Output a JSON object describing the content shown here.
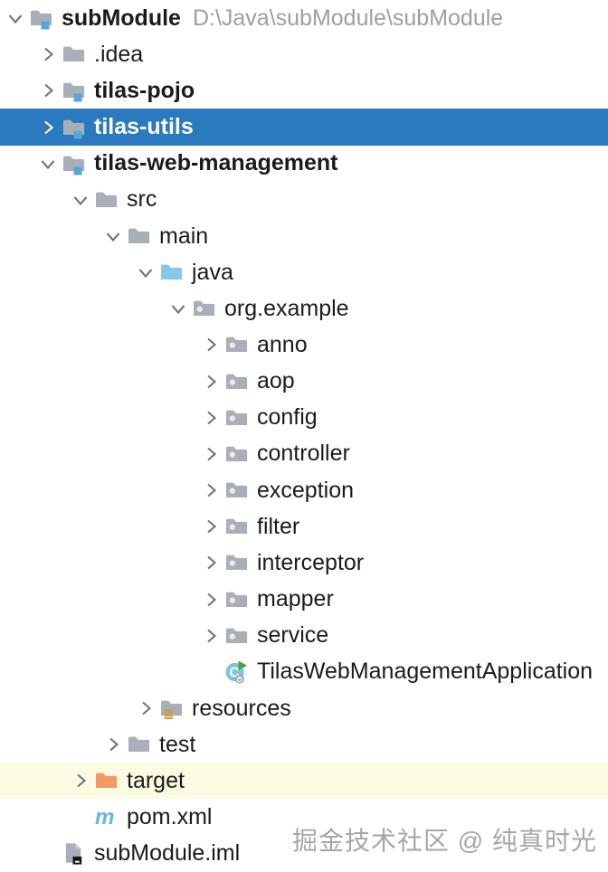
{
  "window": {
    "watermark": "掘金技术社区 @ 纯真时光"
  },
  "colors": {
    "selection_blue": "#2b7ac0",
    "highlight_yellow": "#fbfae3",
    "folder_gray": "#a9afb8",
    "source_folder_blue": "#85c9e8",
    "excluded_folder_orange": "#f09b61",
    "module_badge_blue": "#53a8d7",
    "package_dot": "#e9ebed",
    "resources_badge_gold": "#c99a3f",
    "maven_blue": "#68b7e3",
    "run_green": "#4e9e43",
    "class_circle_blue": "#7cc6dd",
    "path_gray": "#9aa0a5"
  },
  "tree": {
    "rows": [
      {
        "label": "subModule",
        "suffix": "D:\\Java\\subModule\\subModule",
        "level": 0,
        "chevron": "down",
        "icon": "module-folder",
        "bold": true,
        "selected": false,
        "highlighted": false
      },
      {
        "label": ".idea",
        "level": 1,
        "chevron": "right",
        "icon": "folder",
        "bold": false,
        "selected": false,
        "highlighted": false
      },
      {
        "label": "tilas-pojo",
        "level": 1,
        "chevron": "right",
        "icon": "module-folder",
        "bold": true,
        "selected": false,
        "highlighted": false
      },
      {
        "label": "tilas-utils",
        "level": 1,
        "chevron": "right",
        "icon": "module-folder",
        "bold": true,
        "selected": true,
        "highlighted": false
      },
      {
        "label": "tilas-web-management",
        "level": 1,
        "chevron": "down",
        "icon": "module-folder",
        "bold": true,
        "selected": false,
        "highlighted": false
      },
      {
        "label": "src",
        "level": 2,
        "chevron": "down",
        "icon": "folder",
        "bold": false,
        "selected": false,
        "highlighted": false
      },
      {
        "label": "main",
        "level": 3,
        "chevron": "down",
        "icon": "folder",
        "bold": false,
        "selected": false,
        "highlighted": false
      },
      {
        "label": "java",
        "level": 4,
        "chevron": "down",
        "icon": "source-folder",
        "bold": false,
        "selected": false,
        "highlighted": false
      },
      {
        "label": "org.example",
        "level": 5,
        "chevron": "down",
        "icon": "package",
        "bold": false,
        "selected": false,
        "highlighted": false
      },
      {
        "label": "anno",
        "level": 6,
        "chevron": "right",
        "icon": "package",
        "bold": false,
        "selected": false,
        "highlighted": false
      },
      {
        "label": "aop",
        "level": 6,
        "chevron": "right",
        "icon": "package",
        "bold": false,
        "selected": false,
        "highlighted": false
      },
      {
        "label": "config",
        "level": 6,
        "chevron": "right",
        "icon": "package",
        "bold": false,
        "selected": false,
        "highlighted": false
      },
      {
        "label": "controller",
        "level": 6,
        "chevron": "right",
        "icon": "package",
        "bold": false,
        "selected": false,
        "highlighted": false
      },
      {
        "label": "exception",
        "level": 6,
        "chevron": "right",
        "icon": "package",
        "bold": false,
        "selected": false,
        "highlighted": false
      },
      {
        "label": "filter",
        "level": 6,
        "chevron": "right",
        "icon": "package",
        "bold": false,
        "selected": false,
        "highlighted": false
      },
      {
        "label": "interceptor",
        "level": 6,
        "chevron": "right",
        "icon": "package",
        "bold": false,
        "selected": false,
        "highlighted": false
      },
      {
        "label": "mapper",
        "level": 6,
        "chevron": "right",
        "icon": "package",
        "bold": false,
        "selected": false,
        "highlighted": false
      },
      {
        "label": "service",
        "level": 6,
        "chevron": "right",
        "icon": "package",
        "bold": false,
        "selected": false,
        "highlighted": false
      },
      {
        "label": "TilasWebManagementApplication",
        "level": 6,
        "chevron": null,
        "icon": "class-run",
        "bold": false,
        "selected": false,
        "highlighted": false
      },
      {
        "label": "resources",
        "level": 4,
        "chevron": "right",
        "icon": "resources-folder",
        "bold": false,
        "selected": false,
        "highlighted": false
      },
      {
        "label": "test",
        "level": 3,
        "chevron": "right",
        "icon": "folder",
        "bold": false,
        "selected": false,
        "highlighted": false
      },
      {
        "label": "target",
        "level": 2,
        "chevron": "right",
        "icon": "excluded-folder",
        "bold": false,
        "selected": false,
        "highlighted": true
      },
      {
        "label": "pom.xml",
        "level": 2,
        "chevron": null,
        "icon": "maven",
        "bold": false,
        "selected": false,
        "highlighted": false
      },
      {
        "label": "subModule.iml",
        "level": 1,
        "chevron": null,
        "icon": "iml-file",
        "bold": false,
        "selected": false,
        "highlighted": false
      }
    ]
  }
}
